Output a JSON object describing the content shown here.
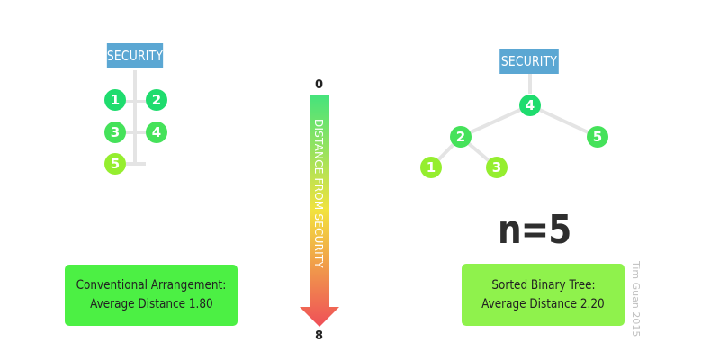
{
  "left_diagram": {
    "root_label": "SECURITY",
    "nodes": [
      "1",
      "2",
      "3",
      "4",
      "5"
    ],
    "result_line1": "Conventional Arrangement:",
    "result_line2": "Average Distance 1.80"
  },
  "scale": {
    "top_value": "0",
    "bottom_value": "8",
    "label": "DISTANCE FROM SECURITY",
    "gradient_colors": [
      "#44e37c",
      "#f2e23e",
      "#ef4f58"
    ]
  },
  "right_diagram": {
    "root_label": "SECURITY",
    "nodes": [
      "4",
      "2",
      "5",
      "1",
      "3"
    ],
    "n_label": "n=5",
    "result_line1": "Sorted Binary Tree:",
    "result_line2": "Average Distance 2.20"
  },
  "credit": "Tim Guan 2015",
  "colors": {
    "security_box": "#5ba7d3",
    "left_result_box": "#4cf044",
    "right_result_box": "#8ff24c",
    "distance_1": "#1fdc6e",
    "distance_2": "#45e25a",
    "distance_3": "#95ee2f"
  }
}
